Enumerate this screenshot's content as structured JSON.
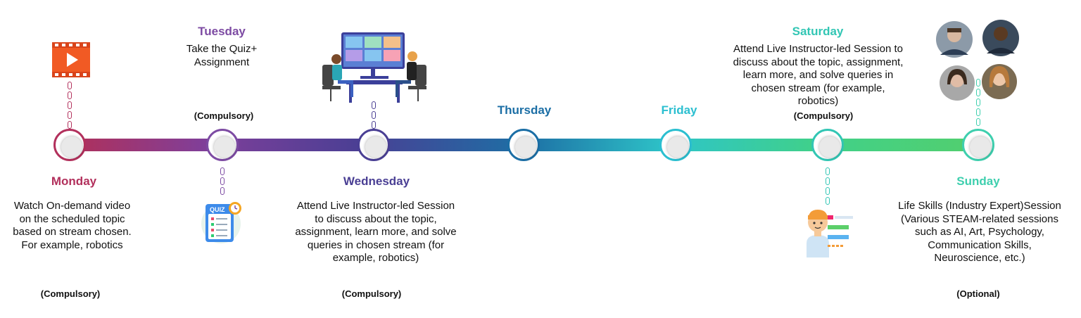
{
  "days": [
    {
      "name": "Monday",
      "color": "#b2305c",
      "description": "Watch On-demand video on the scheduled topic based on stream chosen. For example, robotics",
      "tag": "(Compulsory)"
    },
    {
      "name": "Tuesday",
      "color": "#7d4ba3",
      "description": "Take the Quiz+ Assignment",
      "tag": "(Compulsory)"
    },
    {
      "name": "Wednesday",
      "color": "#4a3f94",
      "description": "Attend Live Instructor-led Session to discuss about the topic, assignment, learn more, and solve queries in chosen stream (for example, robotics)",
      "tag": "(Compulsory)"
    },
    {
      "name": "Thursday",
      "color": "#1b6ea5"
    },
    {
      "name": "Friday",
      "color": "#2bbfd0"
    },
    {
      "name": "Saturday",
      "color": "#32c6b4",
      "description": "Attend Live Instructor-led Session to discuss about the topic, assignment, learn more, and solve queries in chosen stream (for example, robotics)",
      "tag": "(Compulsory)"
    },
    {
      "name": "Sunday",
      "color": "#3ecfae",
      "description": "Life Skills (Industry Expert)Session (Various STEAM-related sessions such as AI, Art, Psychology, Communication Skills, Neuroscience, etc.)",
      "tag": "(Optional)"
    }
  ],
  "icons": {
    "monday": "video-play-icon",
    "tuesday": "quiz-icon",
    "wednesday": "live-session-illustration",
    "saturday": "instructor-icon",
    "sunday": "experts-avatars"
  },
  "icon_text": {
    "quiz": "QUIZ"
  }
}
